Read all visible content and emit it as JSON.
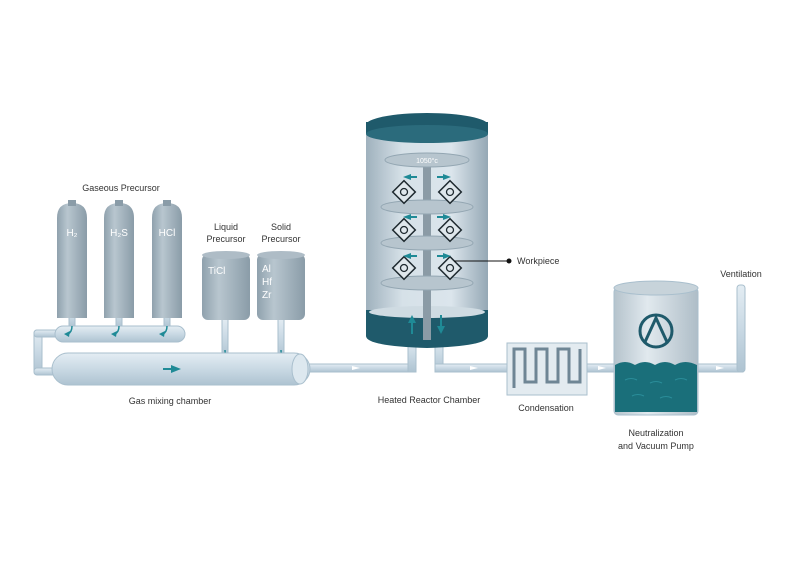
{
  "labels": {
    "gaseous_precursor": "Gaseous Precursor",
    "liquid_precursor_line1": "Liquid",
    "liquid_precursor_line2": "Precursor",
    "solid_precursor_line1": "Solid",
    "solid_precursor_line2": "Precursor",
    "gas_mixing_chamber": "Gas mixing chamber",
    "heated_reactor_chamber": "Heated Reactor Chamber",
    "condensation": "Condensation",
    "neutralization_line1": "Neutralization",
    "neutralization_line2": "and Vacuum Pump",
    "ventilation": "Ventilation",
    "workpiece": "Workpiece"
  },
  "gas_cylinders": [
    "H₂",
    "H₂S",
    "HCl"
  ],
  "liquid_tank_label": "TiCl",
  "solid_tank_labels": [
    "Al",
    "Hf",
    "Zr"
  ],
  "reactor_temperature": "1050°c",
  "colors": {
    "pipe": "#c9d9e4",
    "pipe_stroke": "#a9bfcd",
    "tank": "#9fb0bc",
    "reactor_top": "#1f5a6b",
    "teal": "#1f8a96",
    "liquid": "#1a6f7a"
  }
}
